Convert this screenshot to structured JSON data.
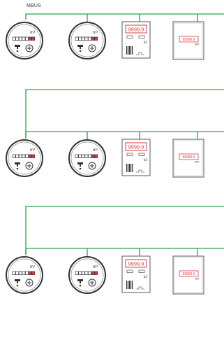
{
  "bus": {
    "label": "MBUS",
    "color": "#2ea043"
  },
  "water_meter": {
    "unit": "m³"
  },
  "heat_meter": {
    "display": "9999.9",
    "unit": "kJ"
  },
  "electric_meter": {
    "display": "99999.9",
    "unit": "kWh"
  },
  "rows": [
    {
      "devices": [
        "water-meter",
        "water-meter",
        "heat-meter",
        "electric-meter"
      ]
    },
    {
      "devices": [
        "water-meter",
        "water-meter",
        "heat-meter",
        "electric-meter"
      ]
    },
    {
      "devices": [
        "water-meter",
        "water-meter",
        "heat-meter",
        "electric-meter"
      ]
    }
  ],
  "colors": {
    "display_red": "#d43c3c",
    "outline": "#555555",
    "bus": "#2ea043"
  }
}
